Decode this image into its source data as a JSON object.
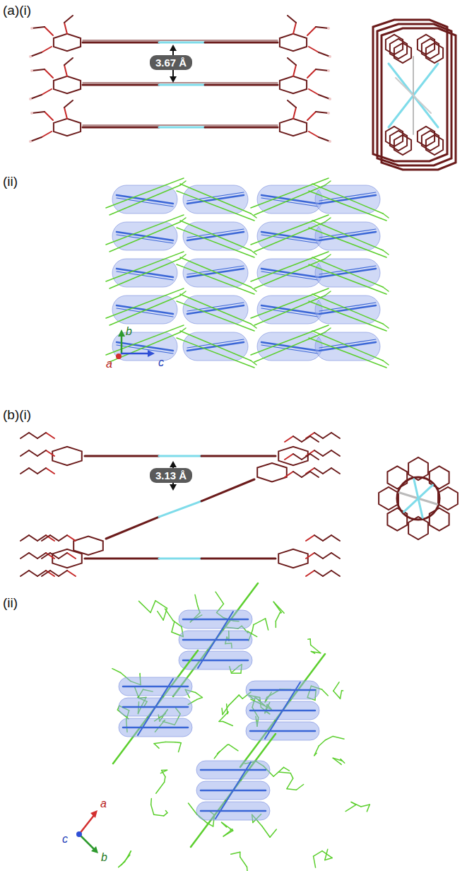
{
  "diagram": {
    "labels": [
      "(a)(i)",
      "3.67 Å",
      "(ii)",
      "b",
      "a",
      "c",
      "(b)(i)",
      "3.13 Å",
      "(ii)",
      "a",
      "c",
      "b"
    ]
  }
}
